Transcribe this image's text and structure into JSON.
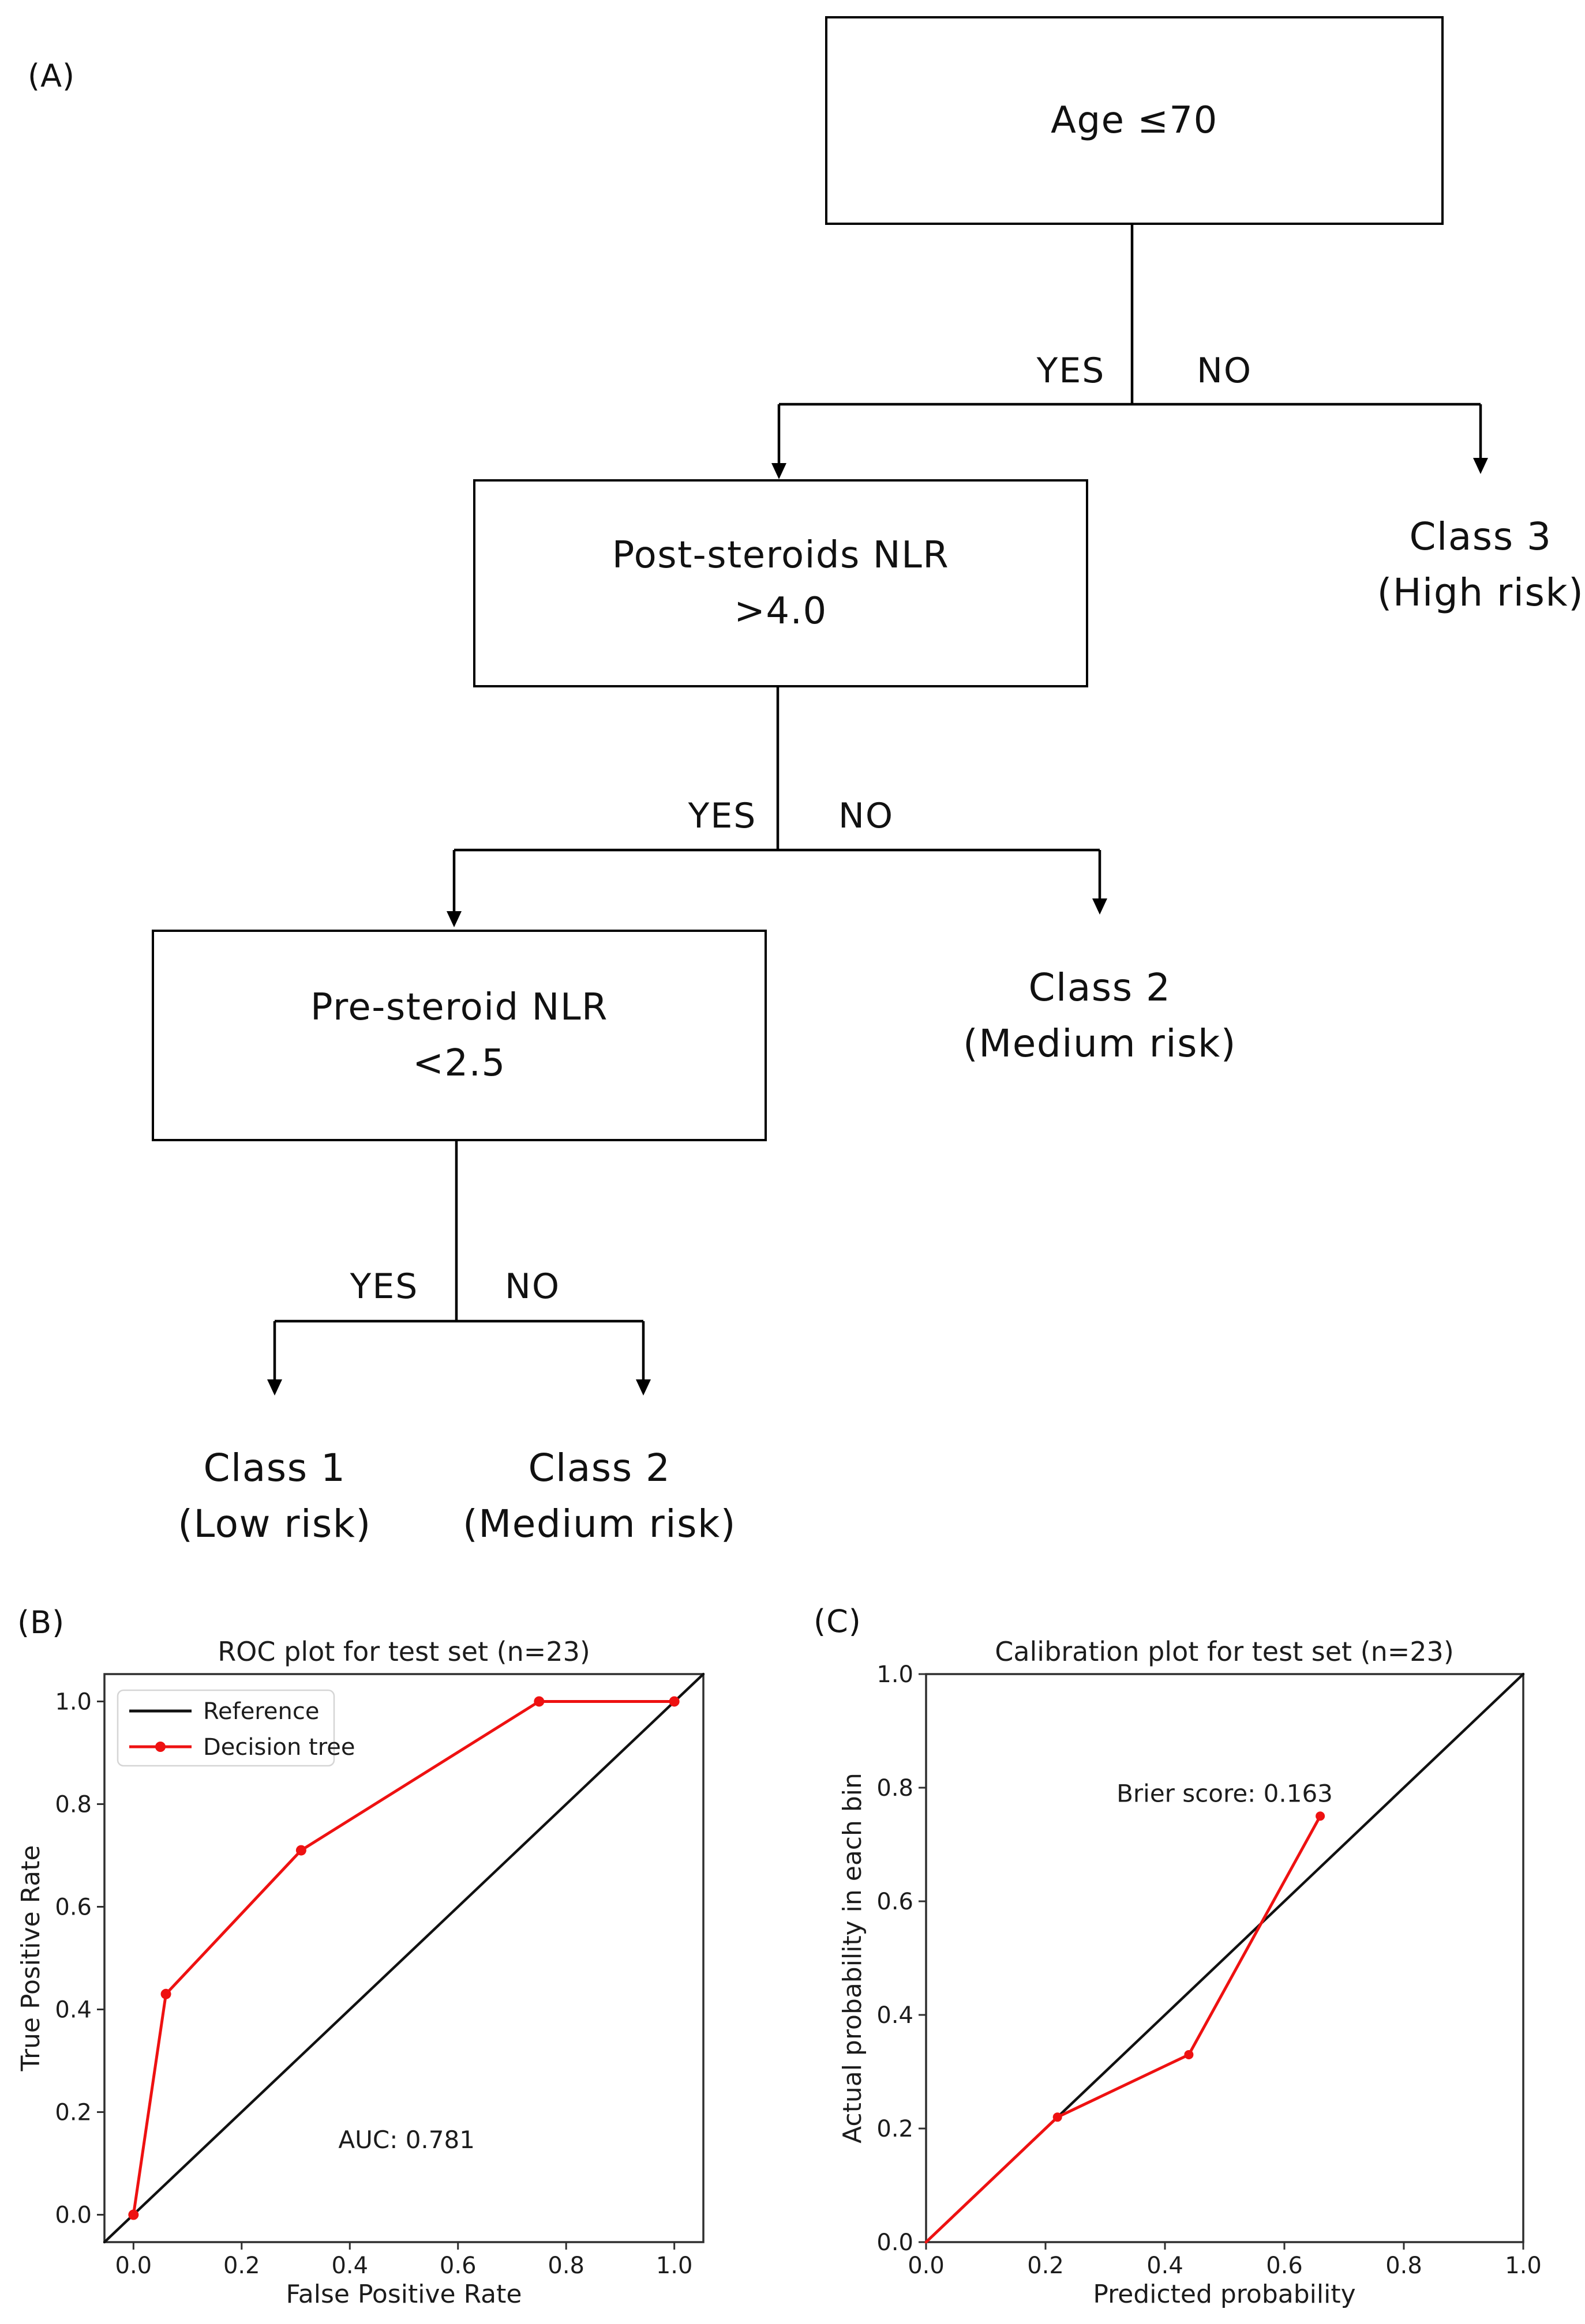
{
  "panels": {
    "a": "(A)",
    "b": "(B)",
    "c": "(C)"
  },
  "tree": {
    "nodes": [
      {
        "line1": "Age ≤70",
        "line2": ""
      },
      {
        "line1": "Post-steroids NLR",
        "line2": ">4.0"
      },
      {
        "line1": "Pre-steroid NLR",
        "line2": "<2.5"
      }
    ],
    "branches": [
      {
        "yes": "YES",
        "no": "NO"
      },
      {
        "yes": "YES",
        "no": "NO"
      },
      {
        "yes": "YES",
        "no": "NO"
      }
    ],
    "leaves": [
      {
        "line1": "Class 3",
        "line2": "(High risk)"
      },
      {
        "line1": "Class 2",
        "line2": "(Medium risk)"
      },
      {
        "line1": "Class 1",
        "line2": "(Low risk)"
      },
      {
        "line1": "Class 2",
        "line2": "(Medium risk)"
      }
    ]
  },
  "colors": {
    "accent_red": "#ee1111",
    "reference_black": "#111111",
    "frame_gray": "#2f2f2f",
    "text": "#1c1c1c",
    "legend_border": "#d5d5d5"
  },
  "chart_data": [
    {
      "id": "roc",
      "type": "line",
      "title": "ROC plot for test set (n=23)",
      "xlabel": "False Positive Rate",
      "ylabel": "True Positive Rate",
      "xlim": [
        -0.0537,
        1.0537
      ],
      "ylim": [
        -0.0533,
        1.0533
      ],
      "xticks": [
        0.0,
        0.2,
        0.4,
        0.6,
        0.8,
        1.0
      ],
      "yticks": [
        0.0,
        0.2,
        0.4,
        0.6,
        0.8,
        1.0
      ],
      "xtick_labels": [
        "0.0",
        "0.2",
        "0.4",
        "0.6",
        "0.8",
        "1.0"
      ],
      "ytick_labels": [
        "0.0",
        "0.2",
        "0.4",
        "0.6",
        "0.8",
        "1.0"
      ],
      "grid": false,
      "legend": {
        "position": "upper-left",
        "entries": [
          {
            "label": "Reference",
            "color": "#111111",
            "marker": false
          },
          {
            "label": "Decision tree",
            "color": "#ee1111",
            "marker": true
          }
        ]
      },
      "series": [
        {
          "name": "reference",
          "color": "#111111",
          "width": 4.5,
          "marker": false,
          "span_frame": true,
          "x": [
            0,
            1
          ],
          "y": [
            0,
            1
          ]
        },
        {
          "name": "decision-tree",
          "color": "#ee1111",
          "width": 5,
          "marker": true,
          "x": [
            0,
            0.06,
            0.31,
            0.75,
            1.0
          ],
          "y": [
            0,
            0.43,
            0.71,
            1.0,
            1.0
          ]
        }
      ],
      "annotations": [
        {
          "text": "AUC: 0.781",
          "x": 0.505,
          "y": 0.13
        }
      ]
    },
    {
      "id": "calibration",
      "type": "line",
      "title": "Calibration plot for test set (n=23)",
      "xlabel": "Predicted probability",
      "ylabel": "Actual probability in each bin",
      "xlim": [
        0,
        1
      ],
      "ylim": [
        0,
        1
      ],
      "xticks": [
        0.0,
        0.2,
        0.4,
        0.6,
        0.8,
        1.0
      ],
      "yticks": [
        0.0,
        0.2,
        0.4,
        0.6,
        0.8,
        1.0
      ],
      "xtick_labels": [
        "0.0",
        "0.2",
        "0.4",
        "0.6",
        "0.8",
        "1.0"
      ],
      "ytick_labels": [
        "0.0",
        "0.2",
        "0.4",
        "0.6",
        "0.8",
        "1.0"
      ],
      "grid": false,
      "series": [
        {
          "name": "reference",
          "color": "#111111",
          "width": 4.5,
          "marker": false,
          "span_frame": true,
          "x": [
            0,
            1
          ],
          "y": [
            0,
            1
          ]
        },
        {
          "name": "decision-tree",
          "color": "#ee1111",
          "width": 5,
          "marker": true,
          "marker_from": 1,
          "x": [
            0,
            0.22,
            0.44,
            0.66
          ],
          "y": [
            0,
            0.22,
            0.33,
            0.75
          ]
        }
      ],
      "annotations": [
        {
          "text": "Brier score: 0.163",
          "x": 0.5,
          "y": 0.775
        }
      ]
    }
  ]
}
